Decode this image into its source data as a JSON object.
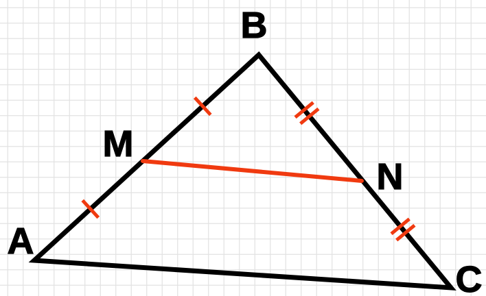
{
  "figure": {
    "vertices": {
      "a": "A",
      "b": "B",
      "c": "C",
      "m": "M",
      "n": "N"
    },
    "colors": {
      "background": "#ffffff",
      "grid": "#e2e2e2",
      "triangle": "#000000",
      "midline": "#f03a10",
      "tick_marks": "#f03a10",
      "labels": "#000000"
    },
    "tick_marks": {
      "segment_AM": 1,
      "segment_MB": 1,
      "segment_BN": 2,
      "segment_NC": 2
    }
  }
}
